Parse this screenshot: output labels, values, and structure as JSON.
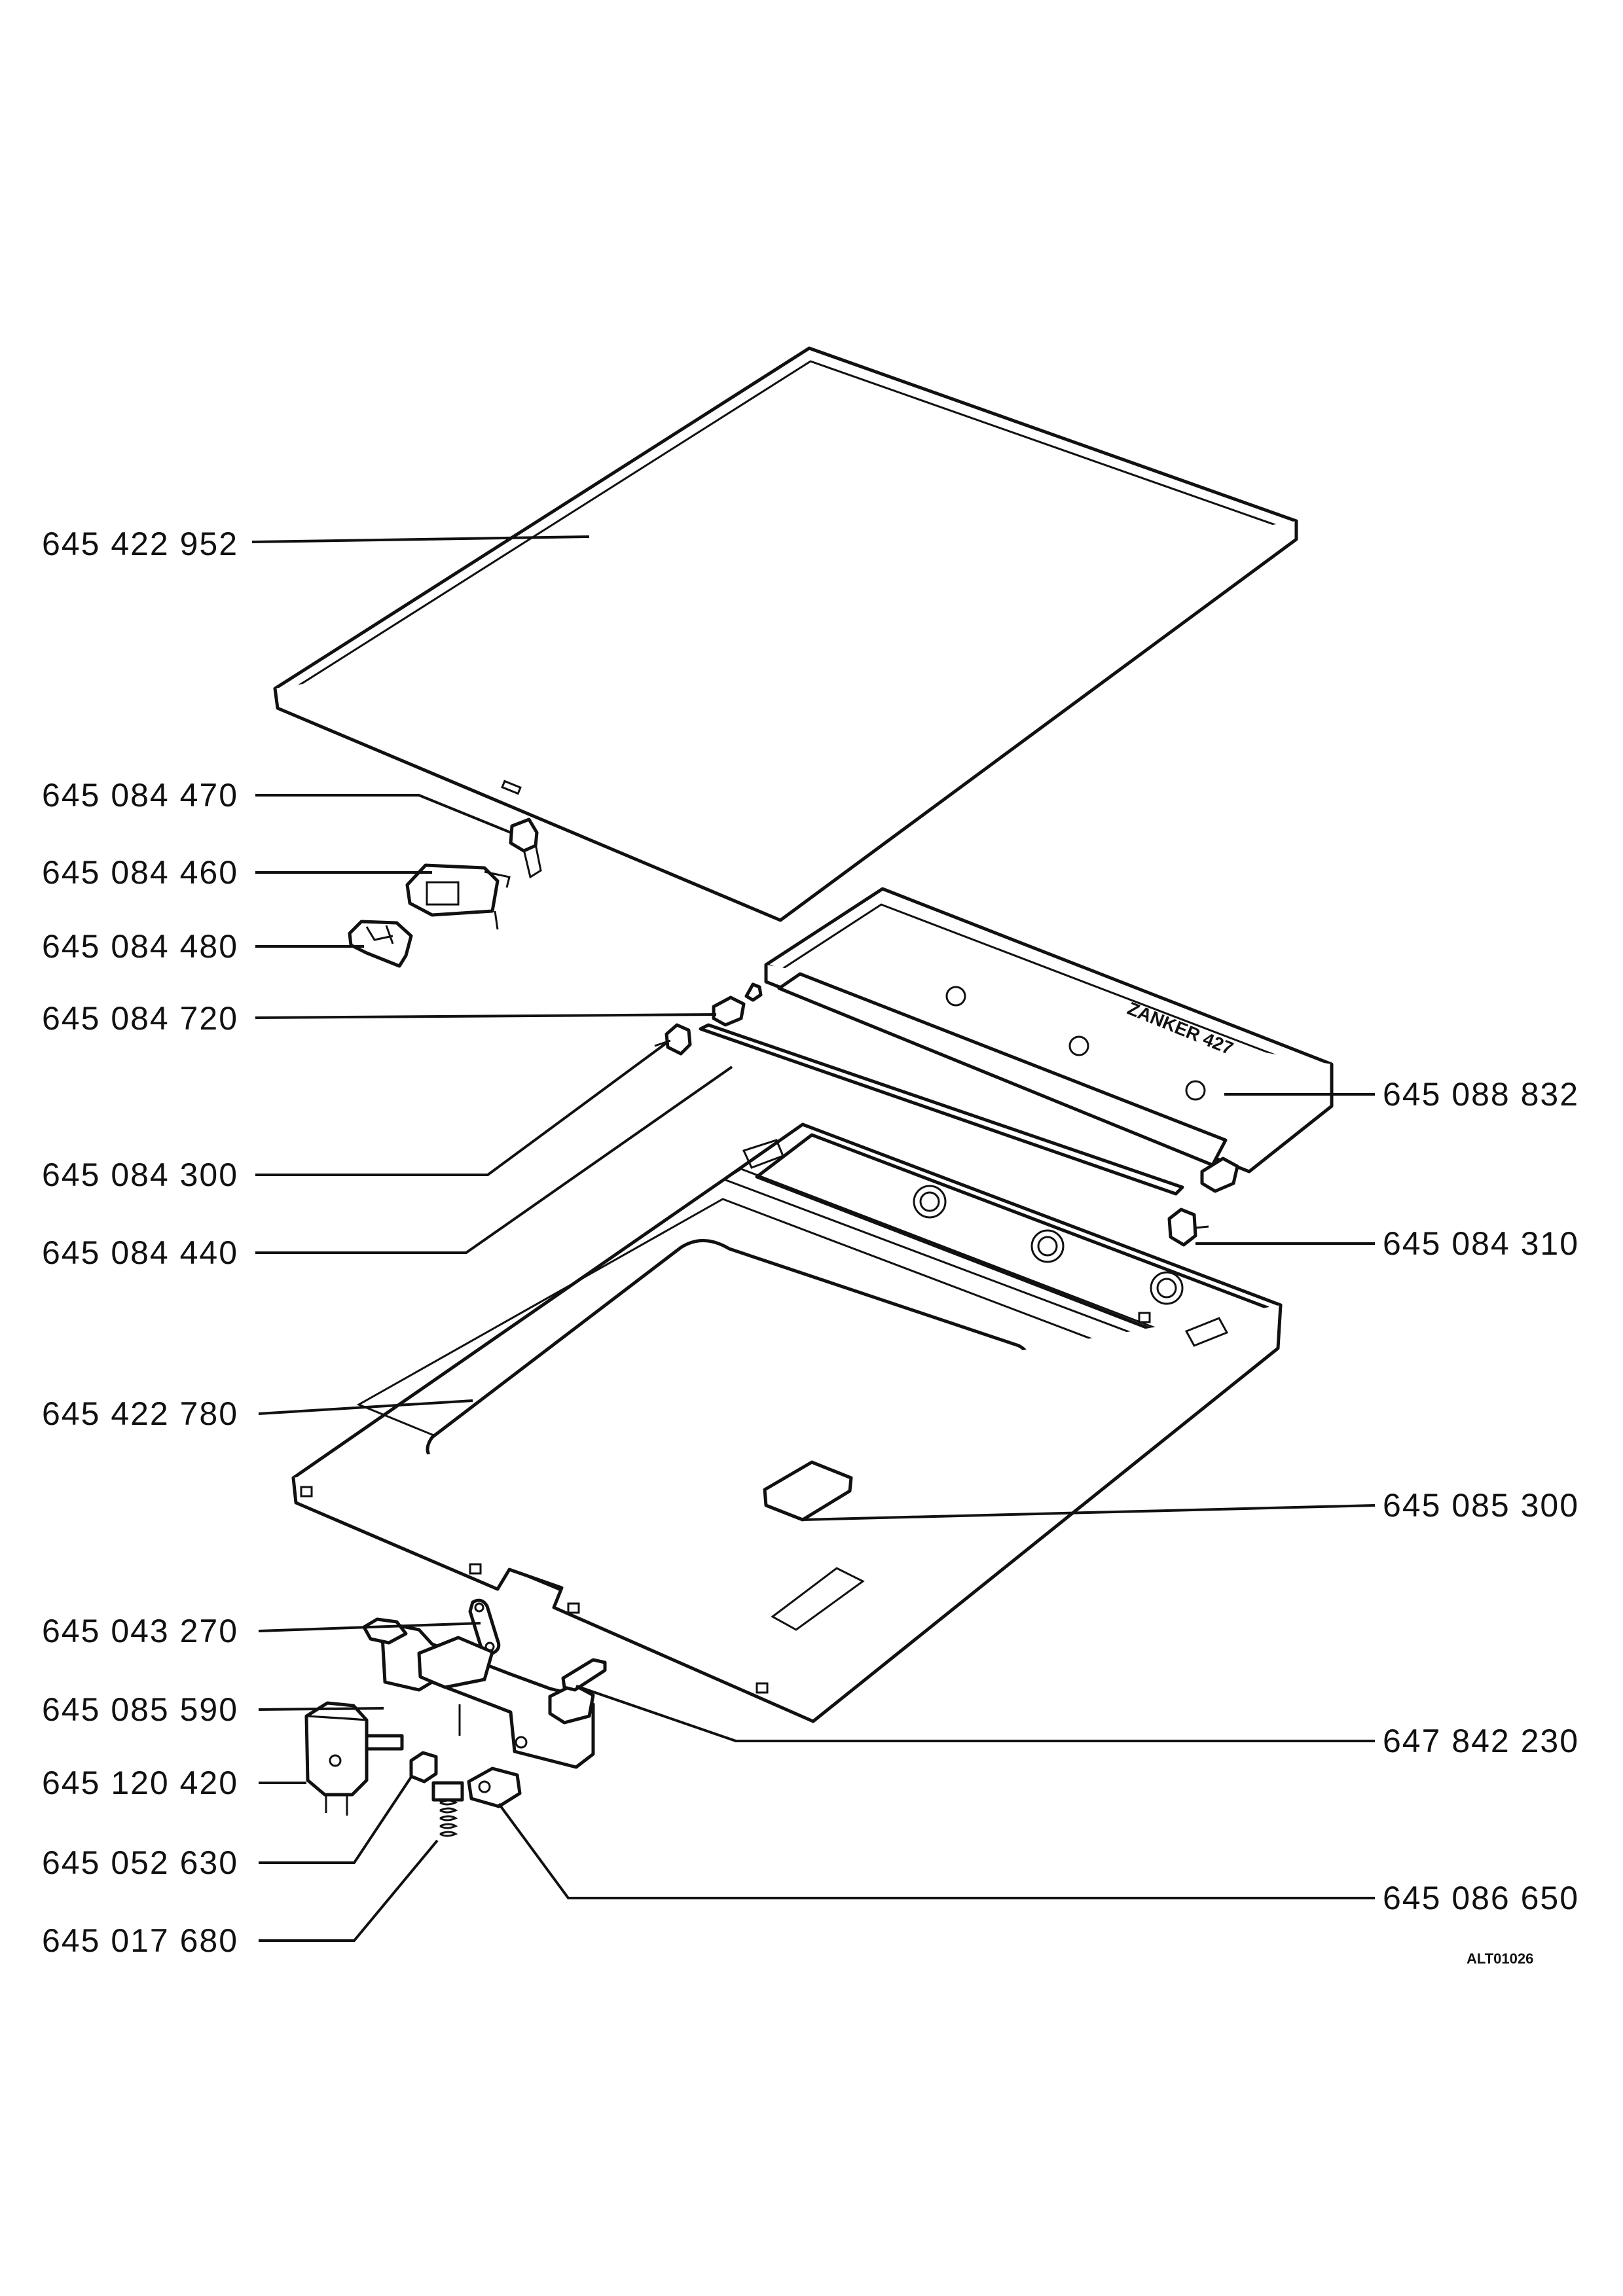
{
  "diagram": {
    "doc_code": "ALT01026",
    "panel_stamp": "ZANKER 427",
    "labels": [
      {
        "id": "lid-panel",
        "text": "645 422 952"
      },
      {
        "id": "hinge-clip",
        "text": "645 084 470"
      },
      {
        "id": "latch-housing",
        "text": "645 084 460"
      },
      {
        "id": "latch-cover",
        "text": "645 084 480"
      },
      {
        "id": "bracket-left",
        "text": "645 084 720"
      },
      {
        "id": "pin-left",
        "text": "645 084 300"
      },
      {
        "id": "seal-strip",
        "text": "645 084 440"
      },
      {
        "id": "control-panel",
        "text": "645 088 832"
      },
      {
        "id": "pin-right",
        "text": "645 084 310"
      },
      {
        "id": "top-frame",
        "text": "645 422 780"
      },
      {
        "id": "filter-cover",
        "text": "645 085 300"
      },
      {
        "id": "lever",
        "text": "645 043 270"
      },
      {
        "id": "lock-bracket",
        "text": "645 085 590"
      },
      {
        "id": "interlock-switch",
        "text": "645 120 420"
      },
      {
        "id": "plunger",
        "text": "645 052 630"
      },
      {
        "id": "spring",
        "text": "645 017 680"
      },
      {
        "id": "micro-switch",
        "text": "645 086 650"
      },
      {
        "id": "hinge-pin",
        "text": "647 842 230"
      }
    ]
  }
}
